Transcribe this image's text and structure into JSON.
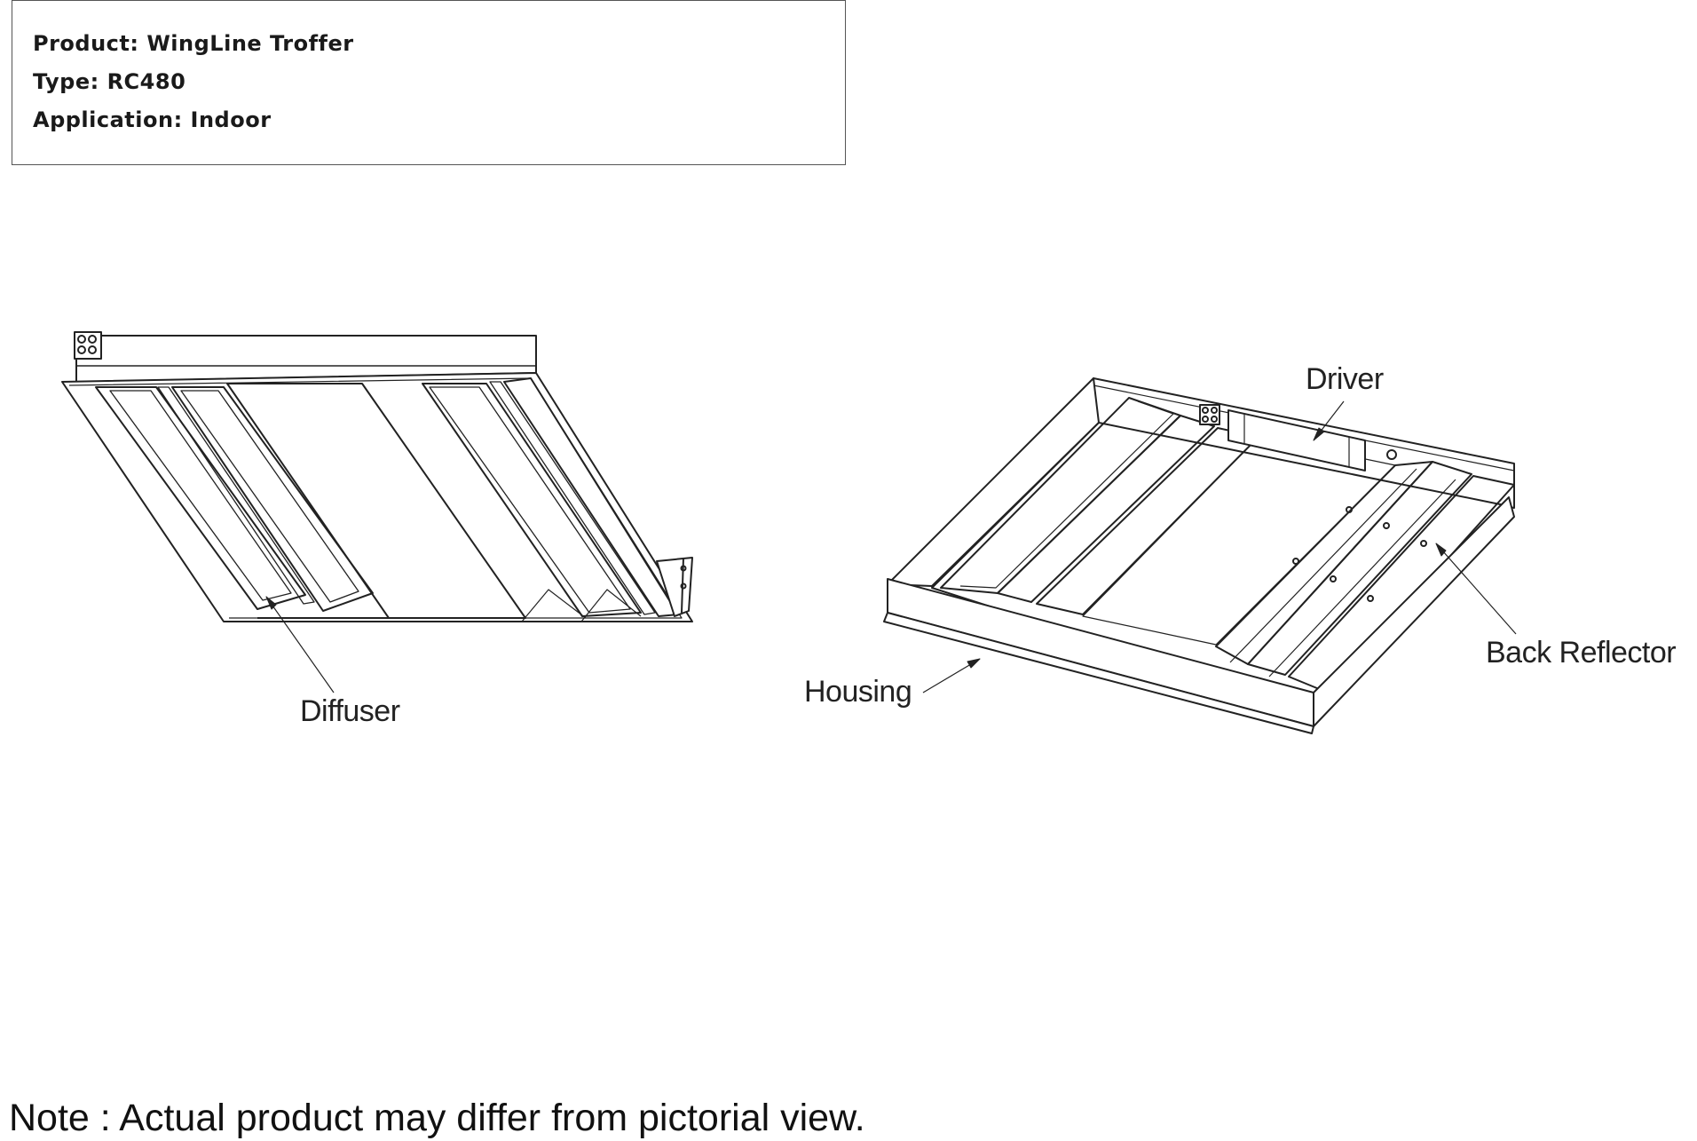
{
  "info": {
    "product": "Product: WingLine Troffer",
    "type": "Type: RC480",
    "application": "Application: Indoor"
  },
  "callouts": {
    "diffuser": "Diffuser",
    "driver": "Driver",
    "housing": "Housing",
    "back_reflector": "Back Reflector"
  },
  "note": "Note : Actual product may differ from pictorial view."
}
